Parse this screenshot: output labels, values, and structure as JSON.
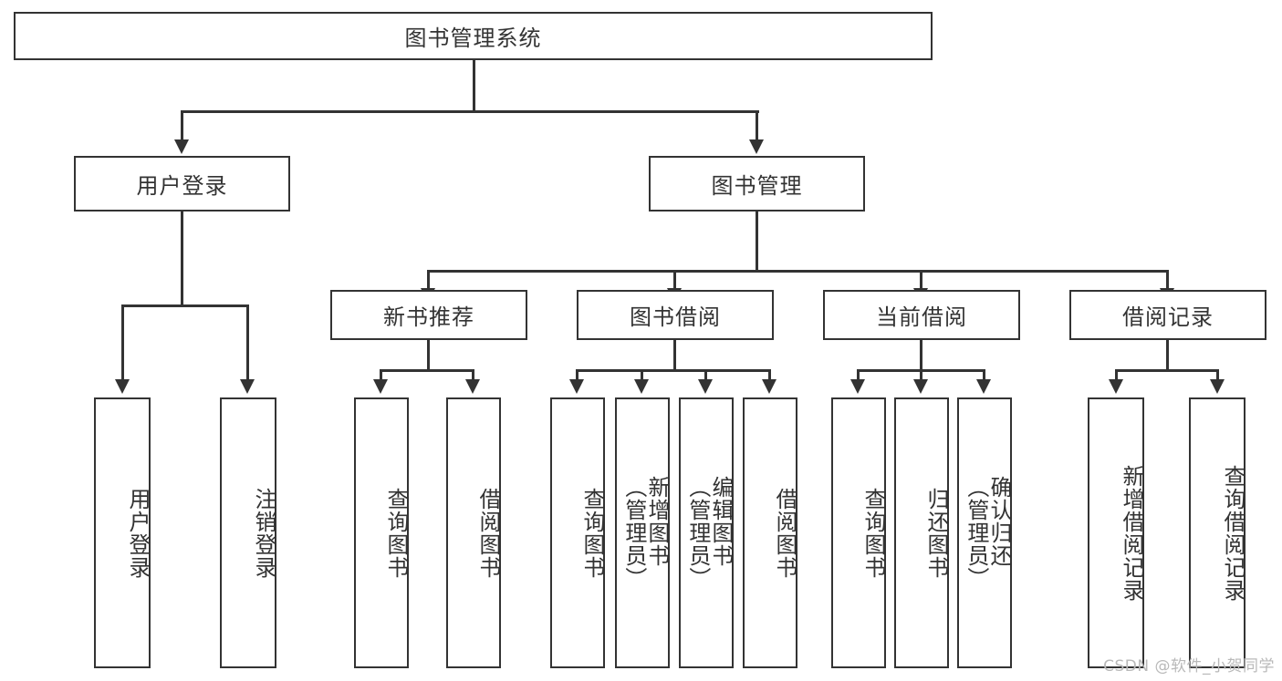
{
  "diagram": {
    "title": "图书管理系统",
    "type": "hierarchy-tree",
    "root": {
      "label": "图书管理系统"
    },
    "level2": [
      {
        "label": "用户登录"
      },
      {
        "label": "图书管理"
      }
    ],
    "level3": [
      {
        "label": "新书推荐"
      },
      {
        "label": "图书借阅"
      },
      {
        "label": "当前借阅"
      },
      {
        "label": "借阅记录"
      }
    ],
    "leaves": {
      "user_login": [
        {
          "label": "用户登录"
        },
        {
          "label": "注销登录"
        }
      ],
      "new_book_recommend": [
        {
          "label": "查询图书"
        },
        {
          "label": "借阅图书"
        }
      ],
      "book_borrow": [
        {
          "label": "查询图书"
        },
        {
          "label": "新增图书\n（管理员）"
        },
        {
          "label": "编辑图书\n（管理员）"
        },
        {
          "label": "借阅图书"
        }
      ],
      "current_borrow": [
        {
          "label": "查询图书"
        },
        {
          "label": "归还图书"
        },
        {
          "label": "确认归还\n（管理员）"
        }
      ],
      "borrow_records": [
        {
          "label": "新增借阅记录"
        },
        {
          "label": "查询借阅记录"
        }
      ]
    }
  },
  "watermark": {
    "text": "CSDN @软件_小贺同学"
  },
  "colors": {
    "stroke": "#333333",
    "background": "#ffffff",
    "text": "#333333",
    "watermark": "#b9b9b9"
  }
}
